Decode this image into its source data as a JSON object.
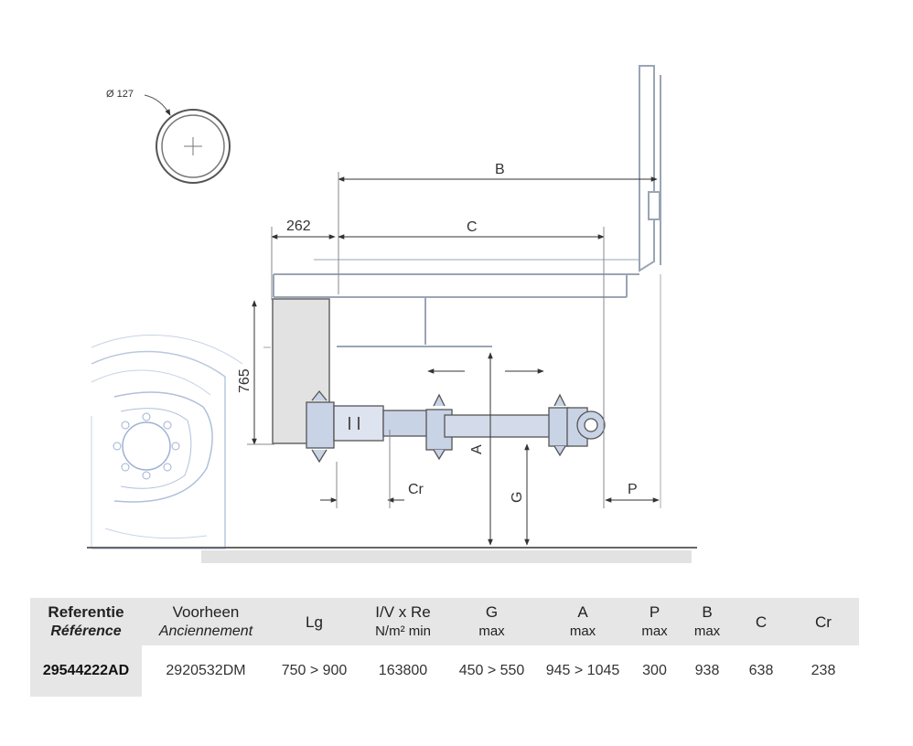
{
  "diagram": {
    "labels": {
      "diameter": "Ø 127",
      "b": "B",
      "c": "C",
      "dim_262": "262",
      "dim_765": "765",
      "a": "A",
      "g": "G",
      "cr": "Cr",
      "p": "P"
    }
  },
  "table": {
    "headers": [
      {
        "line1": "Referentie",
        "line2": "Référence"
      },
      {
        "line1": "Voorheen",
        "line2": "Anciennement"
      },
      {
        "line1": "Lg",
        "line2": ""
      },
      {
        "line1": "I/V x Re",
        "line2": "N/m² min"
      },
      {
        "line1": "G",
        "line2": "max"
      },
      {
        "line1": "A",
        "line2": "max"
      },
      {
        "line1": "P",
        "line2": "max"
      },
      {
        "line1": "B",
        "line2": "max"
      },
      {
        "line1": "C",
        "line2": ""
      },
      {
        "line1": "Cr",
        "line2": ""
      }
    ],
    "row": [
      "29544222AD",
      "2920532DM",
      "750 > 900",
      "163800",
      "450 > 550",
      "945 > 1045",
      "300",
      "938",
      "638",
      "238"
    ]
  }
}
